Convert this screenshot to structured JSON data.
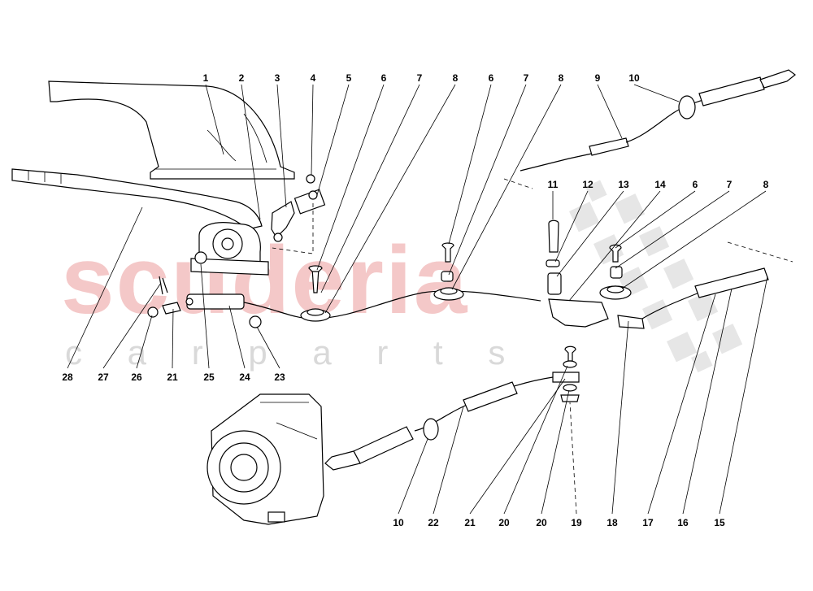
{
  "watermark": {
    "main": "scuderia",
    "sub": "c a r   p a r t s",
    "color_main": "#f4c8c8",
    "color_sub": "#d9d9d9",
    "color_checker": "#e6e6e6"
  },
  "callouts": {
    "top": [
      "1",
      "2",
      "3",
      "4",
      "5",
      "6",
      "7",
      "8",
      "6",
      "7",
      "8",
      "9",
      "10"
    ],
    "mid": [
      "11",
      "12",
      "13",
      "14",
      "6",
      "7",
      "8"
    ],
    "left_bottom": [
      "28",
      "27",
      "26",
      "21",
      "25",
      "24",
      "23"
    ],
    "bottom": [
      "10",
      "22",
      "21",
      "20",
      "20",
      "19",
      "18",
      "17",
      "16",
      "15"
    ]
  }
}
